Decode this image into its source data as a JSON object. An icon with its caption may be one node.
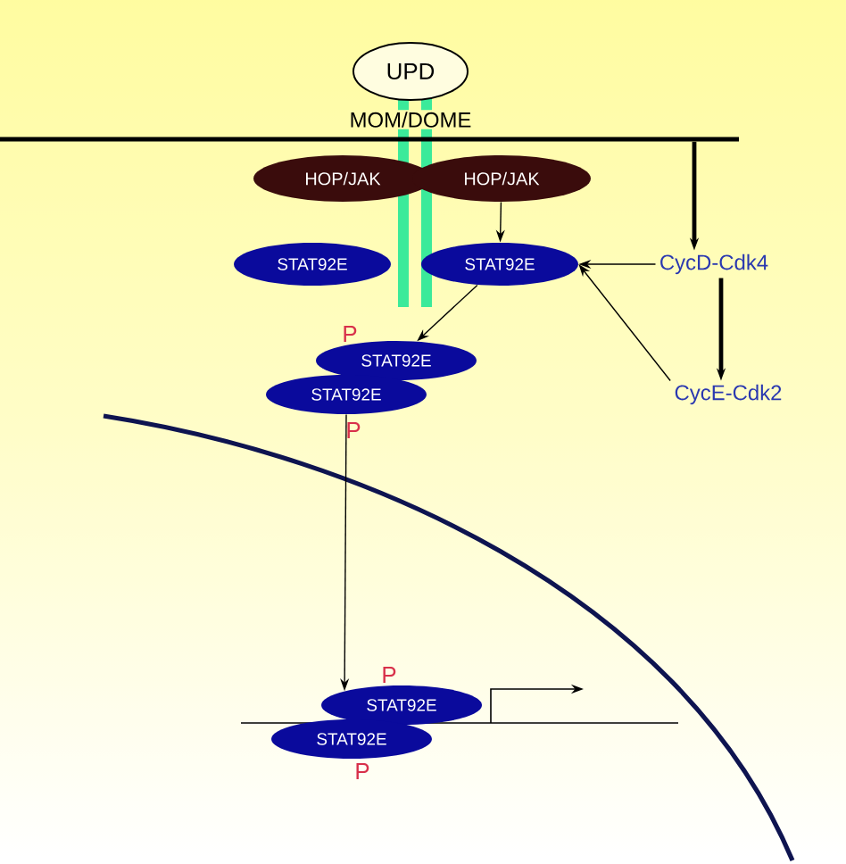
{
  "diagram": {
    "nodes": [
      {
        "text": [
          "UPD"
        ]
      },
      {
        "text": [
          "HOP/JAK"
        ]
      },
      {
        "text": [
          "HOP/JAK"
        ]
      },
      {
        "text": [
          "STAT92E"
        ]
      },
      {
        "text": [
          "STAT92E"
        ]
      },
      {
        "text": [
          "CycD-Cdk4"
        ]
      },
      {
        "text": [
          "CycE-Cdk2"
        ]
      },
      {
        "text": [
          "STAT92E"
        ]
      },
      {
        "text": [
          "STAT92E"
        ]
      },
      {
        "text": [
          "STAT92E"
        ]
      },
      {
        "text": [
          "STAT92E"
        ]
      },
      {
        "text": [],
        "shape": "bar"
      }
    ],
    "edges": [
      {
        "from": 2,
        "to": 4,
        "arrow": "to"
      },
      {
        "from": 4,
        "to": 7,
        "arrow": "to"
      },
      {
        "from": 5,
        "to": 4,
        "arrow": "to"
      },
      {
        "from": 6,
        "to": 4,
        "arrow": "to"
      },
      {
        "from": 11,
        "to": 5,
        "arrow": "to",
        "style": "thick"
      },
      {
        "from": 5,
        "to": 6,
        "arrow": "to",
        "style": "thick"
      },
      {
        "from": 8,
        "to": 9,
        "arrow": "to"
      }
    ],
    "labels": [
      "MOM/DOME",
      "P",
      "P",
      "P",
      "P"
    ]
  }
}
